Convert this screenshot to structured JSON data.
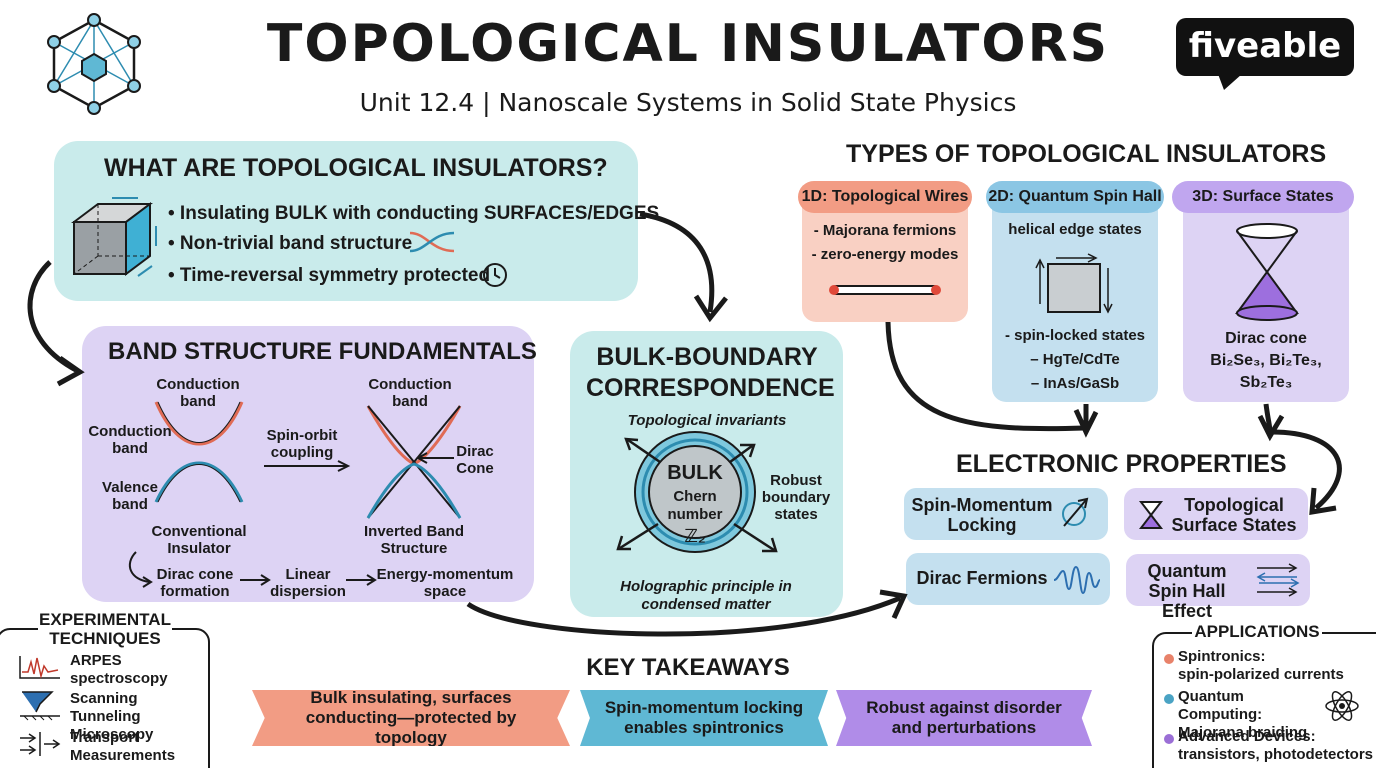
{
  "header": {
    "title": "TOPOLOGICAL INSULATORS",
    "subtitle": "Unit 12.4 | Nanoscale Systems in Solid State Physics",
    "brand": "fiveable"
  },
  "what_are": {
    "heading": "WHAT ARE TOPOLOGICAL INSULATORS?",
    "bullets": [
      "• Insulating BULK with conducting SURFACES/EDGES",
      "• Non-trivial band structure",
      "• Time-reversal symmetry protected"
    ]
  },
  "band_structure": {
    "heading": "BAND STRUCTURE FUNDAMENTALS",
    "conduction_band_top": "Conduction band",
    "conduction_band_side": "Conduction band",
    "valence_band": "Valence band",
    "conventional": "Conventional Insulator",
    "spin_orbit": "Spin-orbit coupling",
    "conduction_band_right": "Conduction band",
    "dirac_cone": "Dirac Cone",
    "inverted": "Inverted Band Structure",
    "flow": [
      "Dirac cone formation",
      "Linear dispersion",
      "Energy-momentum space"
    ]
  },
  "bulk_boundary": {
    "heading": "BULK-BOUNDARY CORRESPONDENCE",
    "invariants": "Topological invariants",
    "bulk": "BULK",
    "chern": "Chern number",
    "z2": "ℤ₂",
    "robust": "Robust boundary states",
    "holographic": "Holographic principle in condensed matter"
  },
  "types": {
    "heading": "TYPES OF TOPOLOGICAL INSULATORS",
    "wires": {
      "label": "1D: Topological Wires",
      "items": [
        "- Majorana fermions",
        "- zero-energy modes"
      ]
    },
    "qsh": {
      "label": "2D: Quantum Spin Hall",
      "top": "helical edge states",
      "items": [
        "- spin-locked states",
        "– HgTe/CdTe",
        "– InAs/GaSb"
      ]
    },
    "surface": {
      "label": "3D: Surface States",
      "cone": "Dirac cone",
      "materials": "Bi₂Se₃, Bi₂Te₃,",
      "materials2": "Sb₂Te₃"
    }
  },
  "electronic": {
    "heading": "ELECTRONIC PROPERTIES",
    "items": [
      "Spin-Momentum Locking",
      "Topological Surface States",
      "Dirac Fermions",
      "Quantum Spin Hall Effect"
    ]
  },
  "experimental": {
    "heading": "EXPERIMENTAL TECHNIQUES",
    "items": [
      "ARPES spectroscopy",
      "Scanning Tunneling Microscopy",
      "Transport Measurements"
    ]
  },
  "takeaways": {
    "heading": "KEY TAKEAWAYS",
    "items": [
      "Bulk insulating, surfaces conducting—protected by topology",
      "Spin-momentum locking enables spintronics",
      "Robust against disorder and perturbations"
    ]
  },
  "applications": {
    "heading": "APPLICATIONS",
    "items": [
      {
        "title": "Spintronics:",
        "detail": "spin-polarized currents",
        "color": "#e8826a"
      },
      {
        "title": "Quantum Computing:",
        "detail": "Majorana braiding",
        "color": "#4aa3c4"
      },
      {
        "title": "Advanced Devices:",
        "detail": "transistors, photodetectors",
        "color": "#9b6fd6"
      }
    ]
  },
  "colors": {
    "teal": "#c9ebeb",
    "lavender": "#ddd3f4",
    "salmon": "#f9d0c3",
    "blue": "#c4e0ef",
    "purple_pill": "#c0a6ef"
  }
}
